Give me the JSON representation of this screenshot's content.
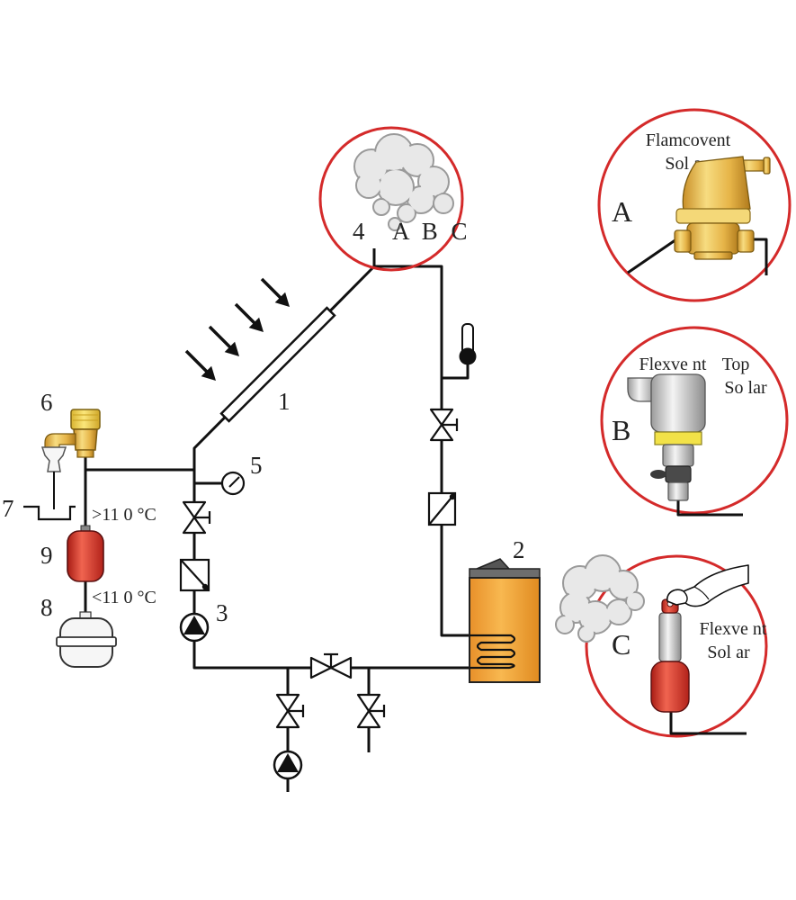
{
  "diagram": {
    "labels": {
      "collector": "1",
      "tank": "2",
      "pump": "3",
      "vent_point": "4",
      "gauge": "5",
      "safety_valve": "6",
      "drain": "7",
      "expansion_vessel": "8",
      "pre_vessel": "9"
    },
    "vent_options": "A B C",
    "temp_high": ">11 0 °C",
    "temp_low": "<11 0 °C"
  },
  "insets": {
    "a": {
      "letter": "A",
      "line1": "Flamcovent",
      "line2": "Sol ar"
    },
    "b": {
      "letter": "B",
      "line1": "Flexve nt",
      "line1b": "Top",
      "line2": "So lar"
    },
    "c": {
      "letter": "C",
      "line1": "Flexve nt",
      "line2": "Sol ar"
    }
  },
  "colors": {
    "ring": "#d42a2a",
    "pipe": "#111111",
    "brass": "#e3b24c",
    "tank": "#f0a436",
    "vessel_red": "#d9382a",
    "steam": "#e8e8e8"
  },
  "icons": [
    "sun-ray-arrow-icon",
    "steam-cloud-icon",
    "hand-icon"
  ]
}
